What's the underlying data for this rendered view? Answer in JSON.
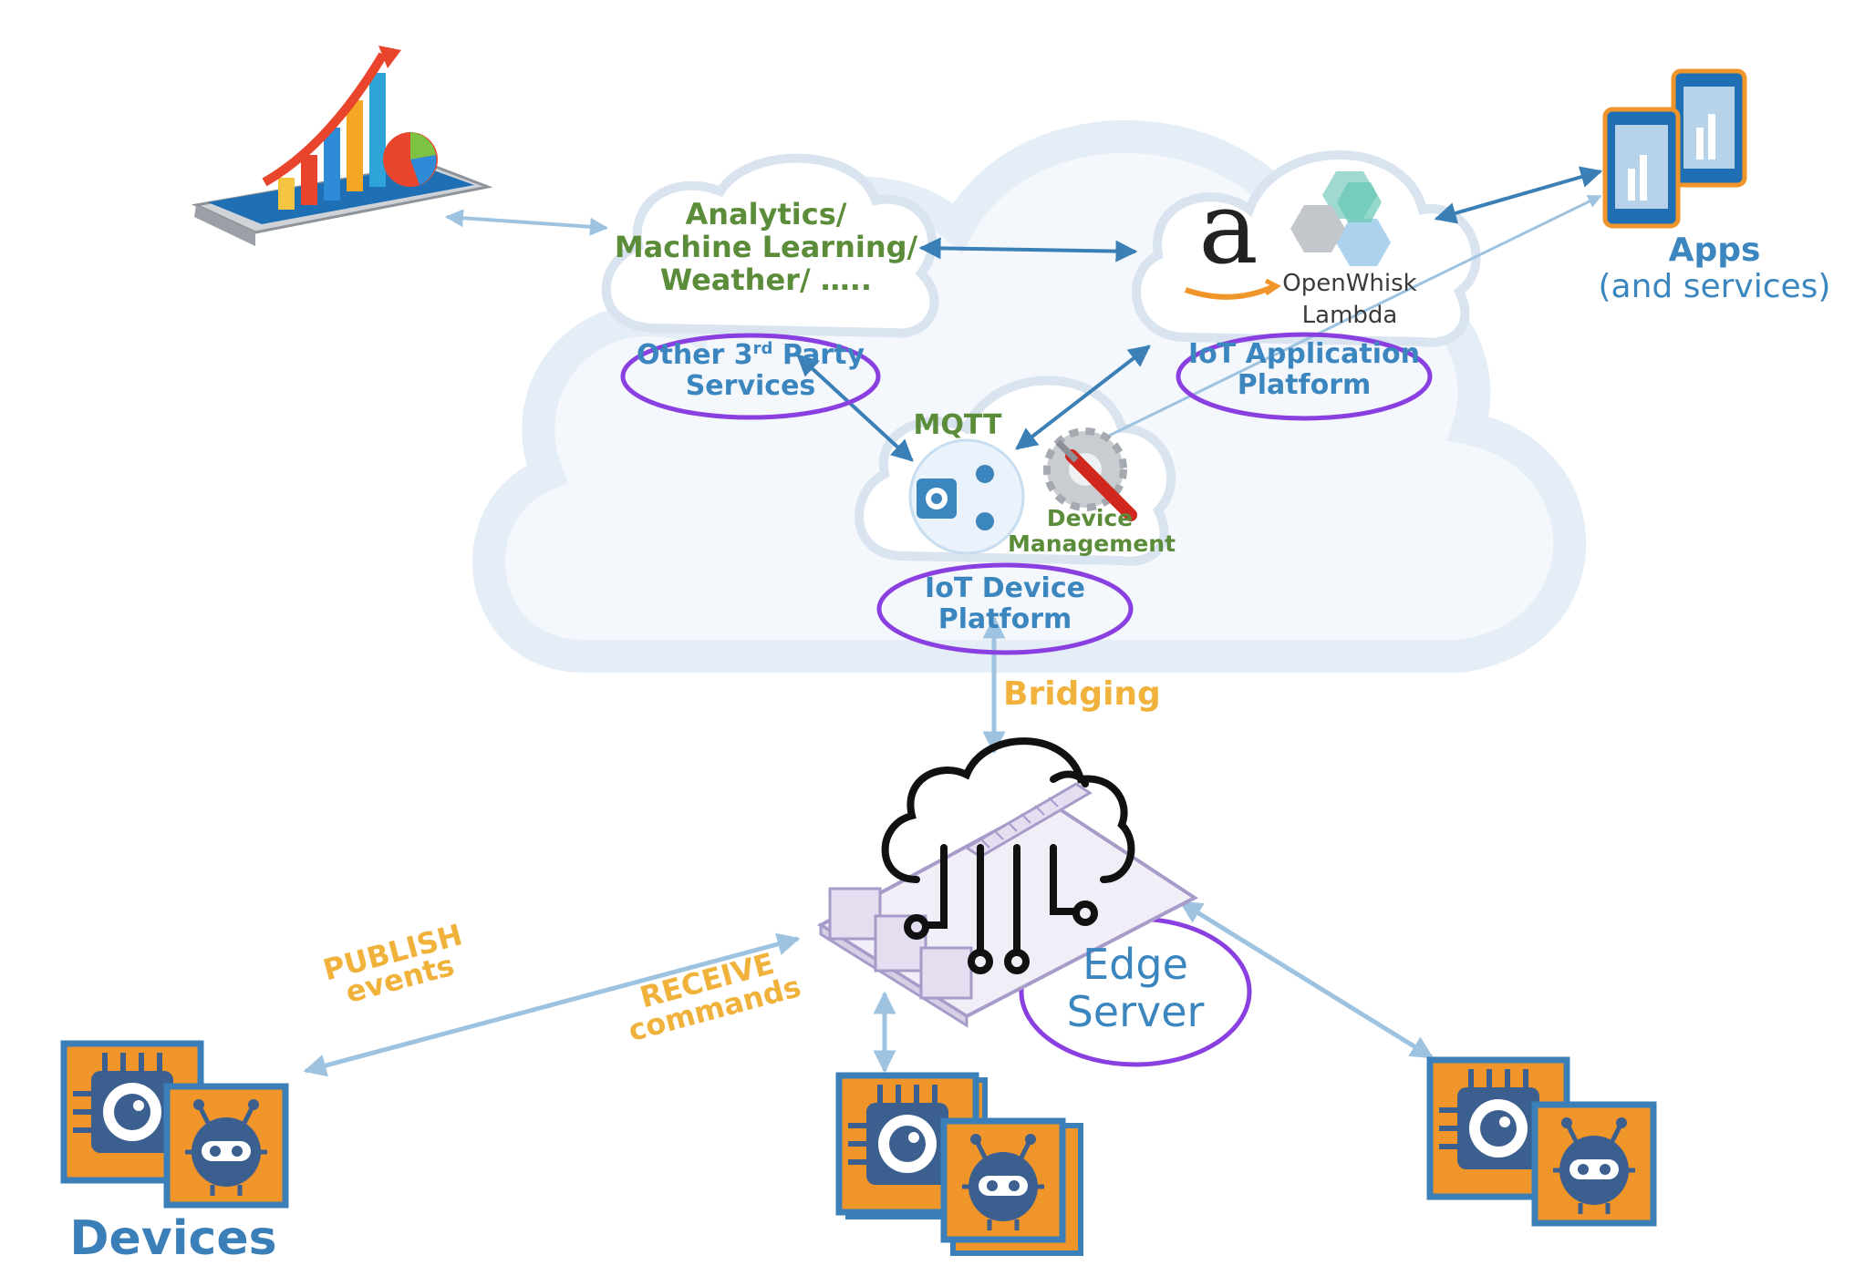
{
  "cloud_services": {
    "analytics": [
      "Analytics/",
      "Machine Learning/",
      "Weather/ ….."
    ],
    "third_party": {
      "line1_pre": "Other 3",
      "line1_sup": "rd",
      "line1_post": " Party",
      "line2": "Services"
    },
    "openwhisk": "OpenWhisk",
    "lambda": "Lambda",
    "amazon_logo_letter": "a",
    "iot_app_platform": [
      "IoT Application",
      "Platform"
    ],
    "mqtt": "MQTT",
    "device_management": [
      "Device",
      "Management"
    ],
    "iot_device_platform": [
      "IoT Device",
      "Platform"
    ]
  },
  "apps": [
    "Apps",
    "(and services)"
  ],
  "bridging": "Bridging",
  "edge_server": [
    "Edge",
    "Server"
  ],
  "publish": [
    "PUBLISH",
    "events"
  ],
  "receive": [
    "RECEIVE",
    "commands"
  ],
  "devices": "Devices",
  "colors": {
    "green_text": "#5b8c3a",
    "blue_text": "#3b86bf",
    "orange_text": "#f0b23a",
    "purple_ellipse": "#8a3fe0",
    "arrow_blue": "#3a7fb5",
    "arrow_light": "#9dc3e0",
    "cloud_outline": "#dbe6f2",
    "device_orange": "#f0952a"
  },
  "icons": [
    "smartphone-chart-icon",
    "tablet-chart-icon",
    "chip-icon",
    "robot-icon",
    "wrench-gear-icon",
    "edge-board-icon",
    "cloud-circuit-icon",
    "amazon-logo-icon",
    "openwhisk-hex-icon"
  ]
}
